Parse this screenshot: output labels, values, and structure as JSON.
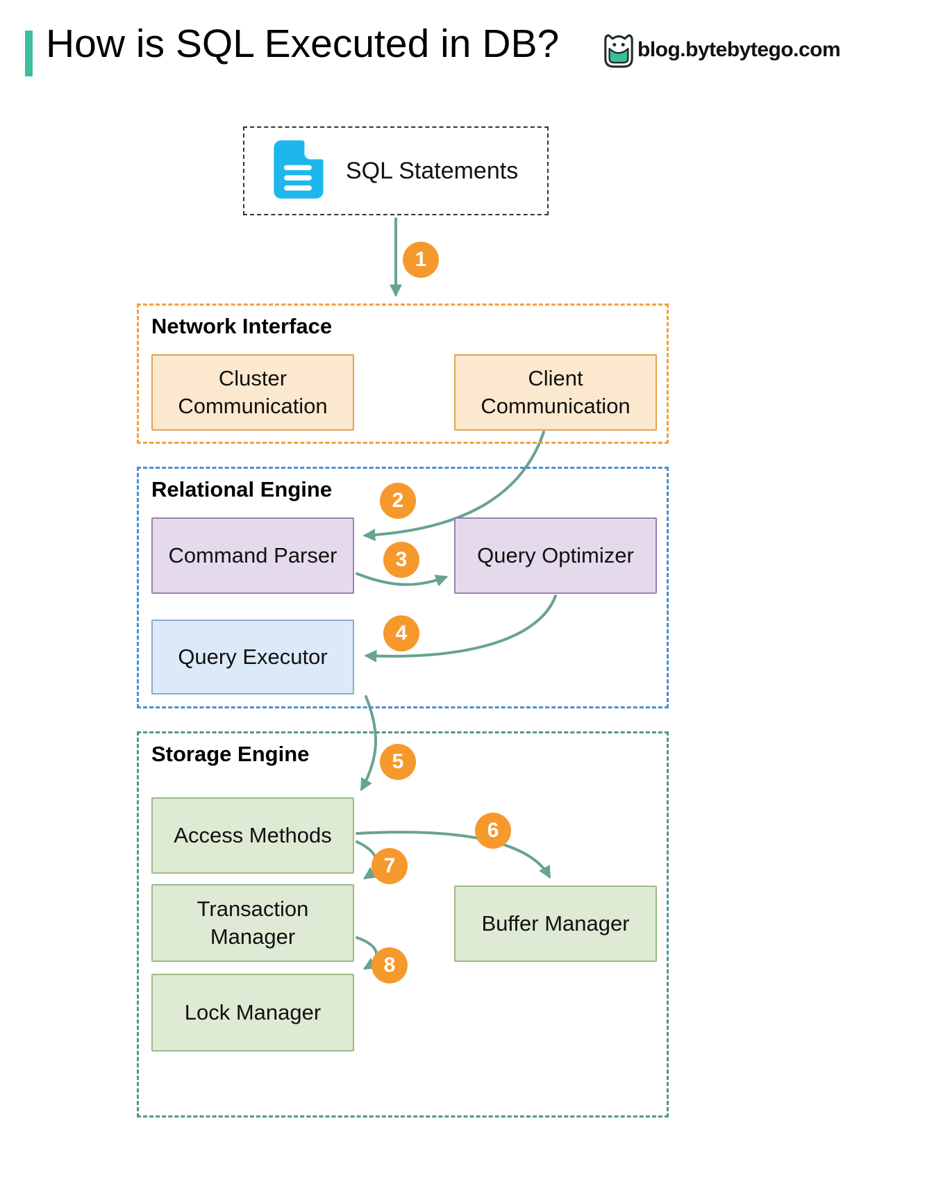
{
  "header": {
    "title": "How is SQL Executed in DB?",
    "site": "blog.bytebytego.com"
  },
  "sql_box": {
    "label": "SQL Statements"
  },
  "sections": {
    "network": {
      "title": "Network Interface",
      "cluster": "Cluster Communication",
      "client": "Client Communication"
    },
    "relational": {
      "title": "Relational Engine",
      "parser": "Command Parser",
      "optimizer": "Query Optimizer",
      "executor": "Query Executor"
    },
    "storage": {
      "title": "Storage Engine",
      "access": "Access Methods",
      "transaction": "Transaction Manager",
      "lock": "Lock Manager",
      "buffer": "Buffer Manager"
    }
  },
  "steps": [
    "1",
    "2",
    "3",
    "4",
    "5",
    "6",
    "7",
    "8"
  ],
  "icons": {
    "logo": "bytebytego-owl-logo",
    "document": "sql-document-icon"
  },
  "colors": {
    "accent": "#3dbe9b",
    "arrow": "#68a392",
    "badge": "#f5992d",
    "network_border": "#f0a13c",
    "network_fill": "#fce8ce",
    "relational_border": "#4b8fd4",
    "purple_fill": "#e5daec",
    "purple_border": "#9c7fb0",
    "blue_fill": "#dce9f9",
    "blue_border": "#8faacc",
    "storage_border": "#4f968b",
    "green_fill": "#deead4",
    "green_border": "#9abb84",
    "doc": "#1eb7ed"
  }
}
